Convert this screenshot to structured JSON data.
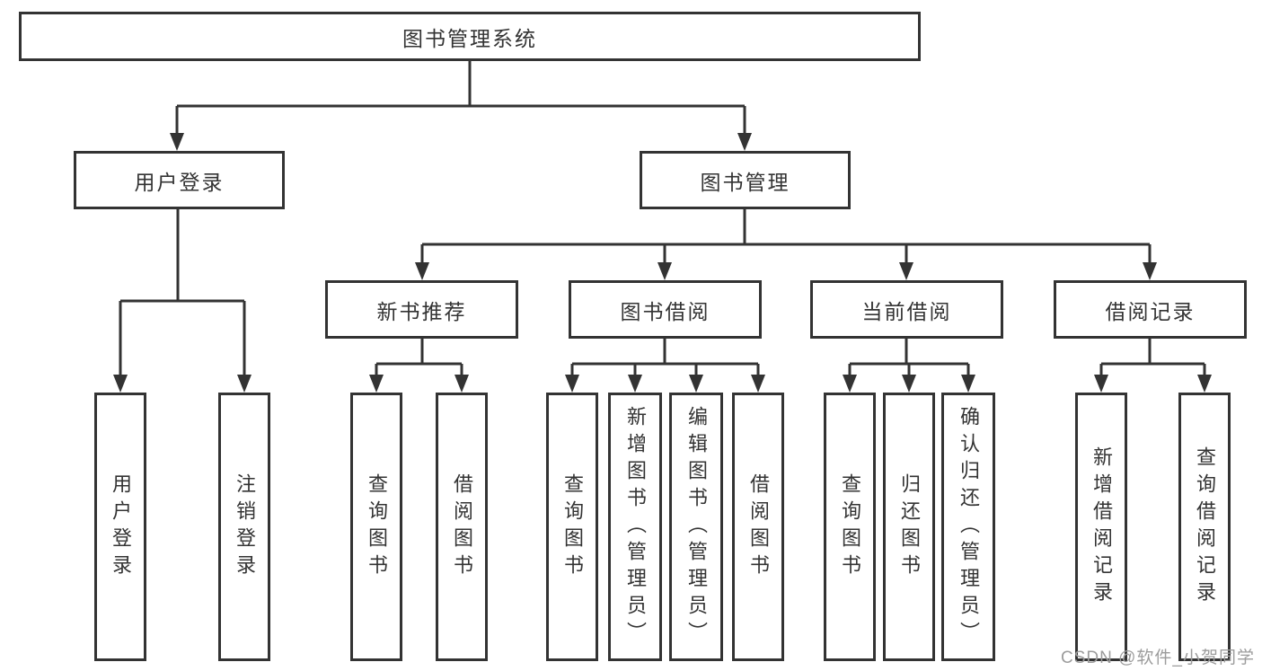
{
  "diagram": {
    "root": {
      "label": "图书管理系统"
    },
    "level2": [
      {
        "label": "用户登录"
      },
      {
        "label": "图书管理"
      }
    ],
    "level3": [
      {
        "label": "新书推荐"
      },
      {
        "label": "图书借阅"
      },
      {
        "label": "当前借阅"
      },
      {
        "label": "借阅记录"
      }
    ],
    "leaves": {
      "user_login": [
        {
          "label": "用户登录"
        },
        {
          "label": "注销登录"
        }
      ],
      "new_book_recommend": [
        {
          "label": "查询图书"
        },
        {
          "label": "借阅图书"
        }
      ],
      "book_borrowing": [
        {
          "label": "查询图书"
        },
        {
          "label": "新增图书（管理员）"
        },
        {
          "label": "编辑图书（管理员）"
        },
        {
          "label": "借阅图书"
        }
      ],
      "current_borrowing": [
        {
          "label": "查询图书"
        },
        {
          "label": "归还图书"
        },
        {
          "label": "确认归还（管理员）"
        }
      ],
      "borrowing_records": [
        {
          "label": "新增借阅记录"
        },
        {
          "label": "查询借阅记录"
        }
      ]
    },
    "watermark": "CSDN @软件_小贺同学",
    "colors": {
      "line": "#333333",
      "text": "#333333",
      "box_background": "#ffffff",
      "watermark": "#9c9c9c"
    }
  }
}
